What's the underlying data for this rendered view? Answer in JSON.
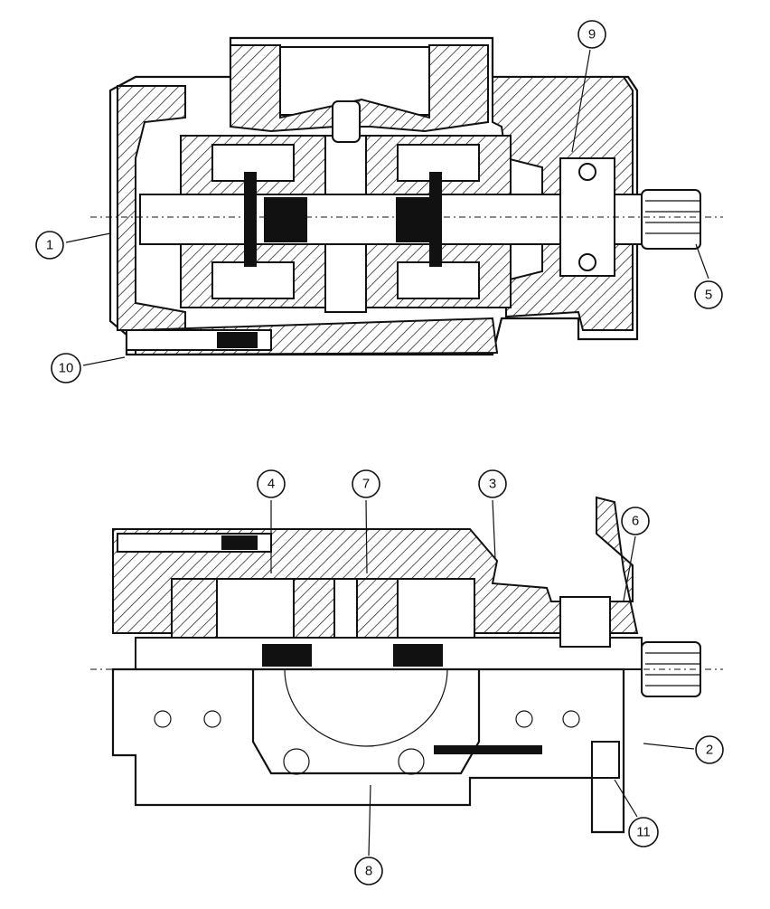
{
  "callouts": {
    "c1": "1",
    "c2": "2",
    "c3": "3",
    "c4": "4",
    "c5": "5",
    "c6": "6",
    "c7": "7",
    "c8": "8",
    "c9": "9",
    "c10": "10",
    "c11": "11"
  },
  "colors": {
    "ink": "#111111",
    "paper": "#ffffff"
  }
}
